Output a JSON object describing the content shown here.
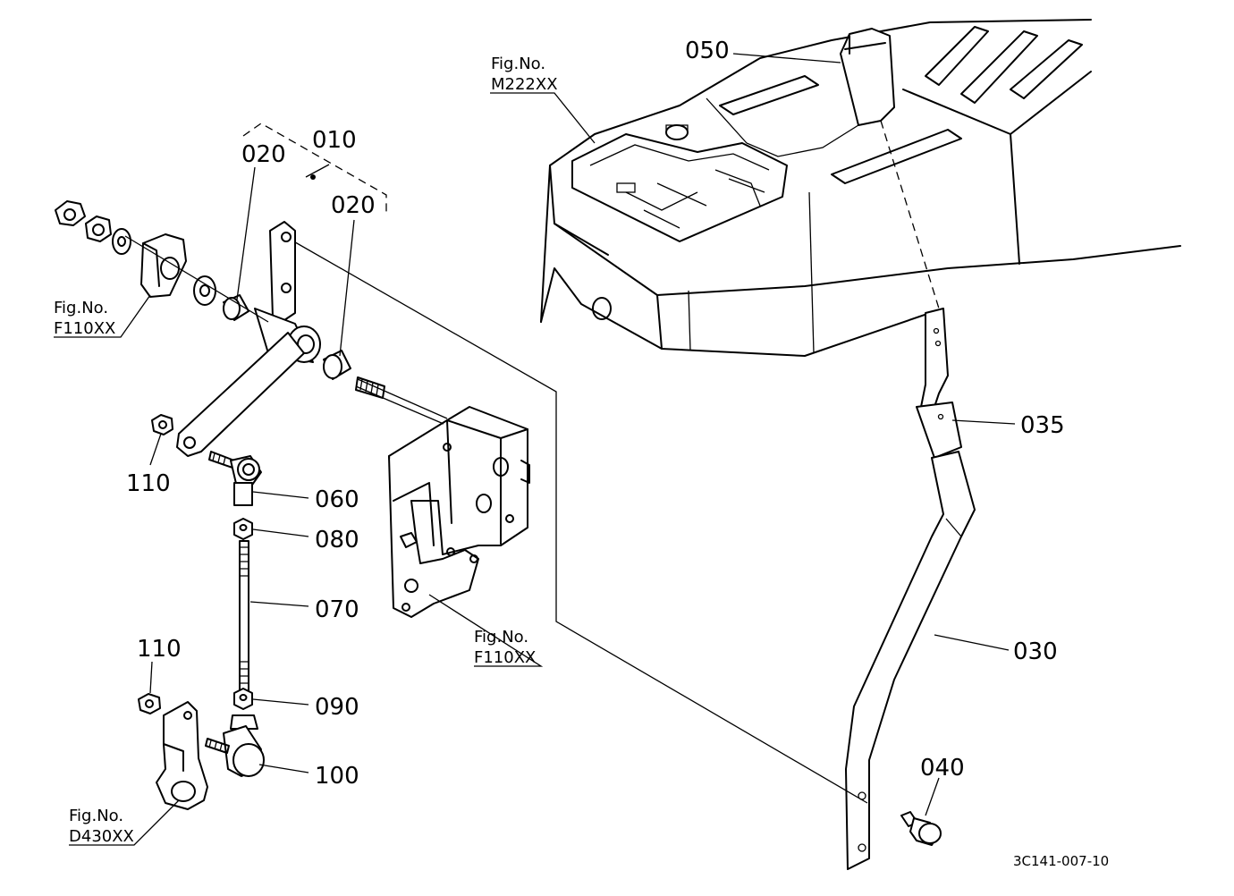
{
  "parts": [
    {
      "id": "p010",
      "label": "010"
    },
    {
      "id": "p020a",
      "label": "020"
    },
    {
      "id": "p020b",
      "label": "020"
    },
    {
      "id": "p050",
      "label": "050"
    },
    {
      "id": "p035",
      "label": "035"
    },
    {
      "id": "p110a",
      "label": "110"
    },
    {
      "id": "p060",
      "label": "060"
    },
    {
      "id": "p080",
      "label": "080"
    },
    {
      "id": "p070",
      "label": "070"
    },
    {
      "id": "p030",
      "label": "030"
    },
    {
      "id": "p110b",
      "label": "110"
    },
    {
      "id": "p090",
      "label": "090"
    },
    {
      "id": "p100",
      "label": "100"
    },
    {
      "id": "p040",
      "label": "040"
    }
  ],
  "figure_refs": [
    {
      "title": "Fig.No.",
      "code": "M222XX"
    },
    {
      "title": "Fig.No.",
      "code": "F110XX"
    },
    {
      "title": "Fig.No.",
      "code": "F110XX"
    },
    {
      "title": "Fig.No.",
      "code": "D430XX"
    }
  ],
  "drawing_number": "3C141-007-10"
}
